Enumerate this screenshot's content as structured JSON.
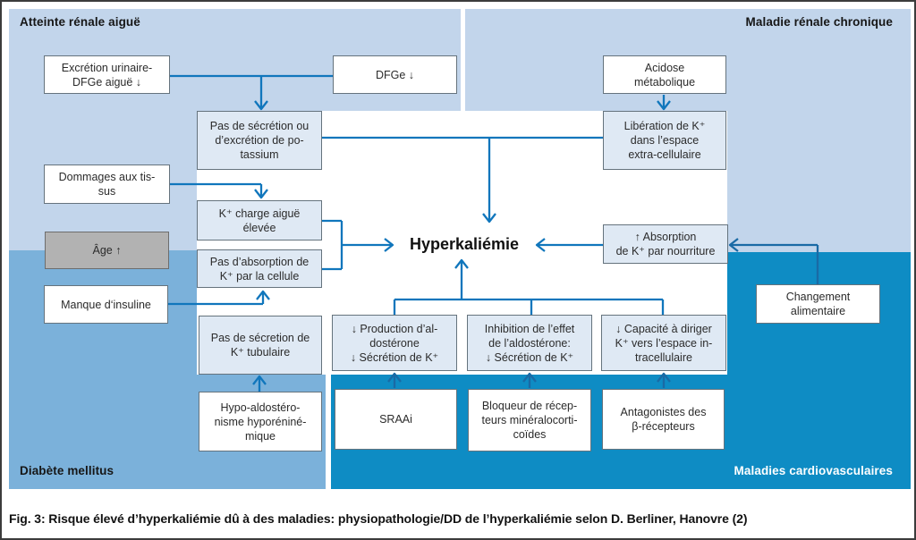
{
  "figure": {
    "caption": "Fig. 3: Risque élevé d’hyperkaliémie dû à des maladies: physiopathologie/DD de l’hyperkaliémie selon D. Berliner, Hanovre (2)"
  },
  "quadrants": {
    "top_left": {
      "label": "Atteinte rénale aiguë"
    },
    "top_right": {
      "label": "Maladie rénale chronique"
    },
    "bottom_left": {
      "label": "Diabète mellitus"
    },
    "bottom_right": {
      "label": "Maladies cardiovasculaires"
    }
  },
  "center": {
    "label": "Hyperkaliémie"
  },
  "boxes": {
    "excretion_urinaire": {
      "text": "Excrétion urinaire-\nDFGe aiguë ↓"
    },
    "dfge": {
      "text": "DFGe ↓"
    },
    "acidose": {
      "text": "Acidose\nmétabolique"
    },
    "pas_secretion_potassium": {
      "text": "Pas de sécrétion ou\nd’excrétion de po-\ntassium"
    },
    "liberation_k": {
      "text": "Libération de K⁺\ndans l’espace\nextra-cellulaire"
    },
    "dommages_tissus": {
      "text": "Dommages aux tis-\nsus"
    },
    "age": {
      "text": "Âge ↑"
    },
    "k_charge": {
      "text": "K⁺ charge aiguë\nélevée"
    },
    "pas_absorption_cellule": {
      "text": "Pas d’absorption de\nK⁺ par la cellule"
    },
    "manque_insuline": {
      "text": "Manque d‘insuline"
    },
    "absorption_nourriture": {
      "text": "↑ Absorption\nde K⁺ par nourriture"
    },
    "changement_alimentaire": {
      "text": "Changement\nalimentaire"
    },
    "pas_secretion_tubulaire": {
      "text": "Pas de sécretion de\nK⁺ tubulaire"
    },
    "production_aldosterone": {
      "text": "↓ Production d’al-\ndostérone\n↓ Sécrétion de K⁺"
    },
    "inhibition_effet": {
      "text": "Inhibition de l’effet\nde l’aldostérone:\n↓ Sécrétion de K⁺"
    },
    "capacite_diriger": {
      "text": "↓ Capacité à diriger\nK⁺ vers l’espace in-\ntracellulaire"
    },
    "hypo_aldosteronisme": {
      "text": "Hypo-aldostéro-\nnisme hyporéniné-\nmique"
    },
    "sraai": {
      "text": "SRAAi"
    },
    "bloqueur_recepteurs": {
      "text": "Bloqueur de récep-\nteurs minéralocorti-\ncoïdes"
    },
    "antagonistes_beta": {
      "text": "Antagonistes des\nβ-récepteurs"
    }
  },
  "colors": {
    "light_blue_bg": "#c2d5eb",
    "medium_blue_bg": "#7bb1da",
    "dark_blue_bg": "#0e8cc4",
    "light_box_fill": "#dfe9f4",
    "gray_box_fill": "#b2b2b2",
    "arrow_blue": "#1076bc"
  }
}
